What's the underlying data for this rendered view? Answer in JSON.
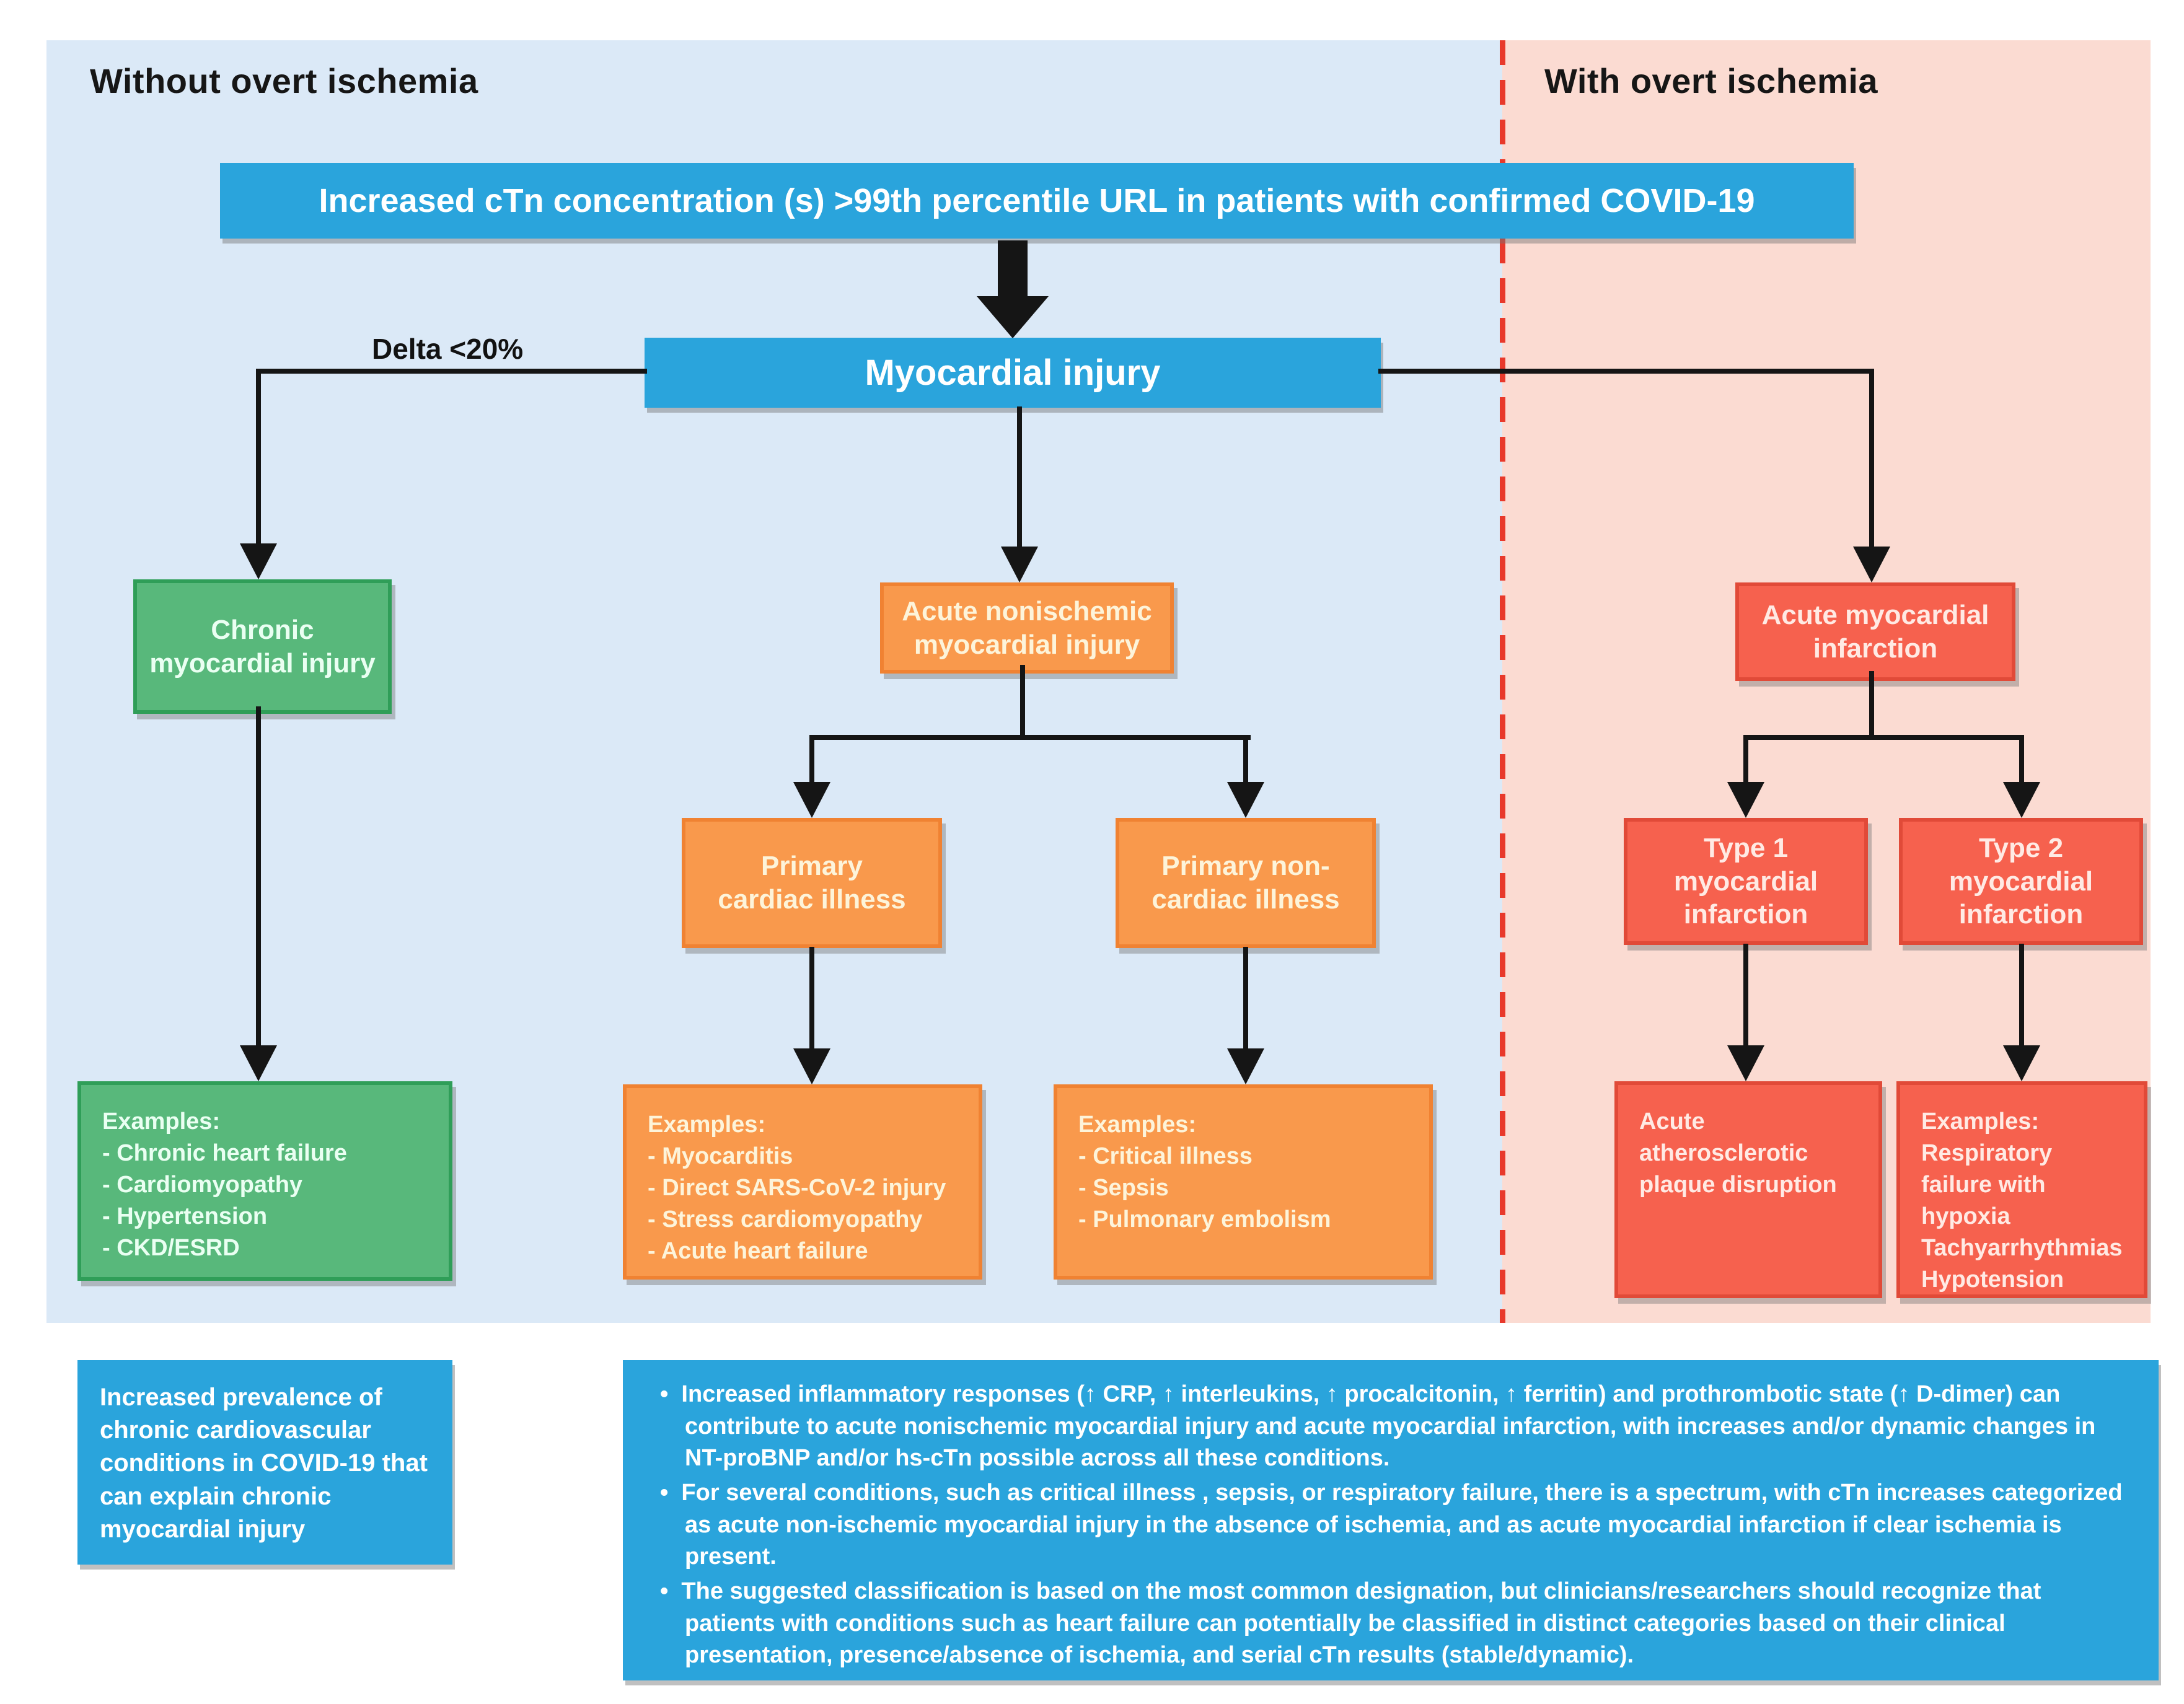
{
  "regions": {
    "without": {
      "label": "Without overt ischemia"
    },
    "with": {
      "label": "With overt ischemia"
    }
  },
  "flow": {
    "root_label": "Increased cTn concentration (s) >99th percentile URL in patients with confirmed COVID-19",
    "delta_label": "Delta <20%",
    "myocardial_injury_label": "Myocardial injury",
    "nodes": {
      "chronic": {
        "label": "Chronic myocardial injury"
      },
      "acute_nonischemic": {
        "label": "Acute nonischemic myocardial injury"
      },
      "acute_mi": {
        "label": "Acute myocardial infarction"
      },
      "primary_cardiac": {
        "label": "Primary cardiac illness"
      },
      "primary_noncardiac": {
        "label": "Primary non-cardiac illness"
      },
      "type1": {
        "label": "Type 1 myocardial infarction"
      },
      "type2": {
        "label": "Type 2 myocardial infarction"
      }
    },
    "examples": {
      "chronic": {
        "lines": [
          "Examples:",
          "- Chronic heart failure",
          "- Cardiomyopathy",
          "- Hypertension",
          "- CKD/ESRD"
        ]
      },
      "primary_cardiac": {
        "lines": [
          "Examples:",
          "- Myocarditis",
          "- Direct SARS-CoV-2 injury",
          "- Stress cardiomyopathy",
          "- Acute heart failure"
        ]
      },
      "primary_noncardiac": {
        "lines": [
          "Examples:",
          "- Critical illness",
          "- Sepsis",
          "- Pulmonary embolism"
        ]
      },
      "type1": {
        "lines": [
          "Acute atherosclerotic plaque disruption"
        ]
      },
      "type2": {
        "lines": [
          "Examples:",
          "Respiratory failure with hypoxia",
          "Tachyarrhythmias",
          "Hypotension"
        ]
      }
    }
  },
  "notes": {
    "left": "Increased prevalence of chronic cardiovascular conditions in COVID-19 that can explain chronic myocardial injury",
    "bullets": [
      "Increased inflammatory responses (↑ CRP, ↑  interleukins, ↑  procalcitonin, ↑ ferritin) and prothrombotic state (↑ D-dimer) can contribute to acute nonischemic myocardial injury and acute myocardial infarction, with increases and/or dynamic changes in NT-proBNP and/or hs-cTn possible across all these conditions.",
      "For several conditions, such as critical illness , sepsis, or respiratory failure, there is a spectrum, with cTn increases categorized as acute non-ischemic myocardial injury in the absence of ischemia, and as acute myocardial infarction if clear ischemia is present.",
      "The suggested classification is based on the most common designation, but clinicians/researchers should recognize that patients with conditions such as heart failure can potentially be classified in distinct categories based on their clinical presentation, presence/absence of ischemia, and serial cTn results (stable/dynamic)."
    ]
  },
  "colors": {
    "panel_left_bg": "#dbe9f7",
    "panel_right_bg": "#fbdbd2",
    "divider_red": "#e8392b",
    "blue": "#2aa4dc",
    "green_fill": "#58b87b",
    "green_border": "#2f9e58",
    "orange_fill": "#f9994c",
    "orange_border": "#f08232",
    "red_fill": "#f6614e",
    "red_border": "#e14a38",
    "connector": "#151515"
  }
}
